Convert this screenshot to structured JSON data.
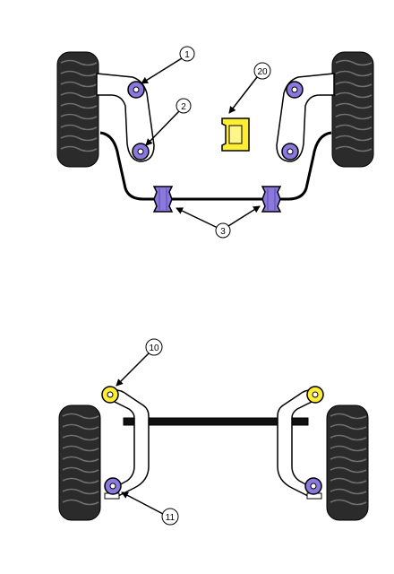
{
  "callouts": {
    "c1": "1",
    "c2": "2",
    "c3": "3",
    "c20": "20",
    "c10": "10",
    "c11": "11"
  },
  "colors": {
    "purple_bush": "#8a78dc",
    "yellow_bush": "#ffee33",
    "tyre": "#2b2b2b",
    "tread": "#6a6a6a",
    "arm": "#ffffff",
    "outline": "#000000"
  }
}
